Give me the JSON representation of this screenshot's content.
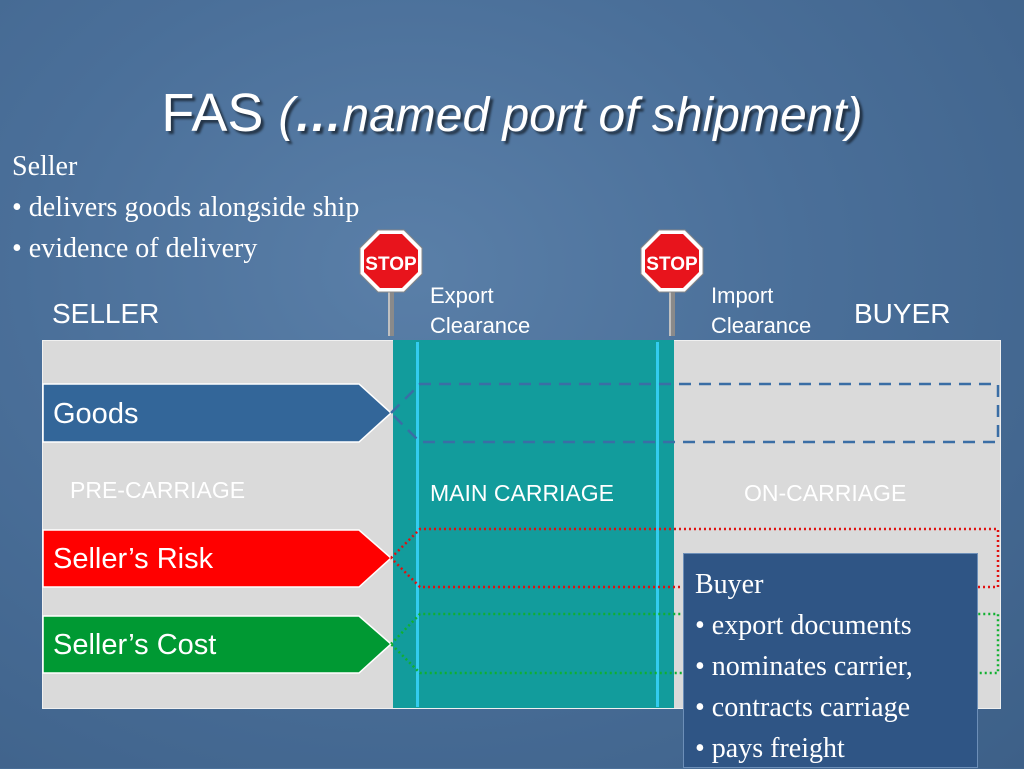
{
  "title": {
    "main": "FAS",
    "open_paren": "(",
    "dots": "…",
    "rest": "named port of shipment)"
  },
  "seller_notes": {
    "heading": "Seller",
    "items": [
      "• delivers goods alongside ship",
      "• evidence of delivery"
    ]
  },
  "stop_sign_text": "STOP",
  "clearance": {
    "export": [
      "Export",
      "Clearance"
    ],
    "import": [
      "Import",
      "Clearance"
    ]
  },
  "parties": {
    "seller": "SELLER",
    "buyer": "BUYER"
  },
  "arrows": {
    "goods": "Goods",
    "risk": "Seller’s Risk",
    "cost": "Seller’s Cost"
  },
  "stages": {
    "pre": "PRE-CARRIAGE",
    "main": "MAIN CARRIAGE",
    "on": "ON-CARRIAGE"
  },
  "buyer_notes": {
    "heading": "Buyer",
    "items": [
      "• export documents",
      "• nominates carrier,",
      "• contracts carriage",
      "• pays freight"
    ]
  },
  "colors": {
    "goods": "#336699",
    "risk": "#ff0000",
    "cost": "#009933",
    "teal": "#129c9c",
    "dashed_blue": "#3a6ea5"
  }
}
